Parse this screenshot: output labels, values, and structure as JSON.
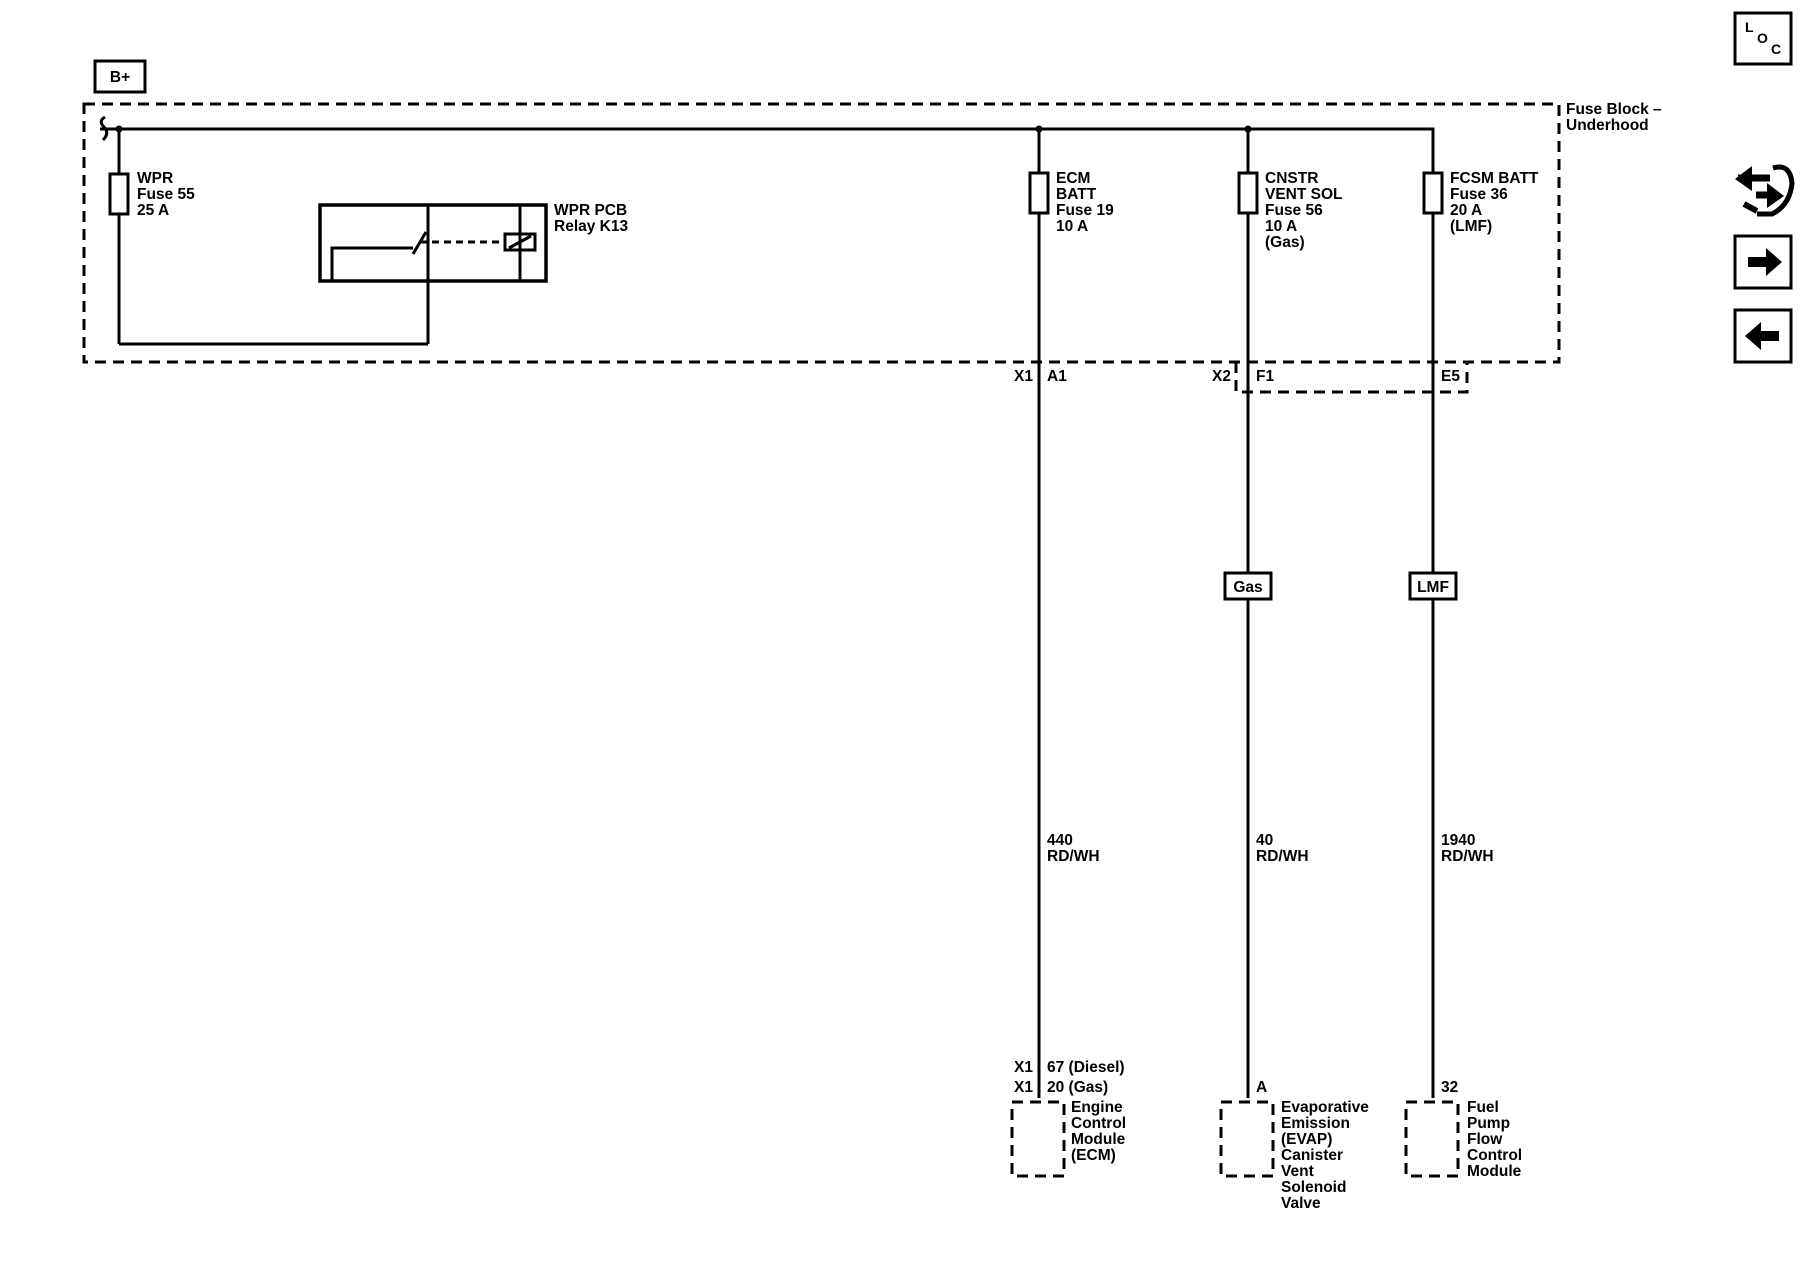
{
  "toolbar": {
    "loc_icon": "loc-icon",
    "connector_icon": "connector-view-icon",
    "next_icon": "arrow-right-icon",
    "prev_icon": "arrow-left-icon"
  },
  "diagram": {
    "power_source": "B+",
    "fuse_block": {
      "line1": "Fuse Block –",
      "line2": "Underhood"
    },
    "fuses": {
      "wpr": [
        "WPR",
        "Fuse 55",
        "25 A"
      ],
      "ecm": [
        "ECM",
        "BATT",
        "Fuse 19",
        "10 A"
      ],
      "cnstr": [
        "CNSTR",
        "VENT SOL",
        "Fuse 56",
        "10 A",
        "(Gas)"
      ],
      "fcsm": [
        "FCSM BATT",
        "Fuse 36",
        "20 A",
        "(LMF)"
      ]
    },
    "relay": [
      "WPR PCB",
      "Relay K13"
    ],
    "block_connectors": {
      "ecm_connector": "X1",
      "ecm_pin": "A1",
      "evap_connector": "X2",
      "evap_pin": "F1",
      "fcsm_pin": "E5"
    },
    "option_boxes": {
      "gas": "Gas",
      "lmf": "LMF"
    },
    "wires": {
      "ecm": {
        "circuit": "440",
        "color": "RD/WH"
      },
      "evap": {
        "circuit": "40",
        "color": "RD/WH"
      },
      "fcsm": {
        "circuit": "1940",
        "color": "RD/WH"
      }
    },
    "component_pins": {
      "ecm_conn_1": "X1",
      "ecm_pin_1": "67 (Diesel)",
      "ecm_conn_2": "X1",
      "ecm_pin_2": "20 (Gas)",
      "evap_pin": "A",
      "fcsm_pin": "32"
    },
    "components": {
      "ecm": [
        "Engine",
        "Control",
        "Module",
        "(ECM)"
      ],
      "evap": [
        "Evaporative",
        "Emission",
        "(EVAP)",
        "Canister",
        "Vent",
        "Solenoid",
        "Valve"
      ],
      "fcsm": [
        "Fuel",
        "Pump",
        "Flow",
        "Control",
        "Module"
      ]
    }
  }
}
